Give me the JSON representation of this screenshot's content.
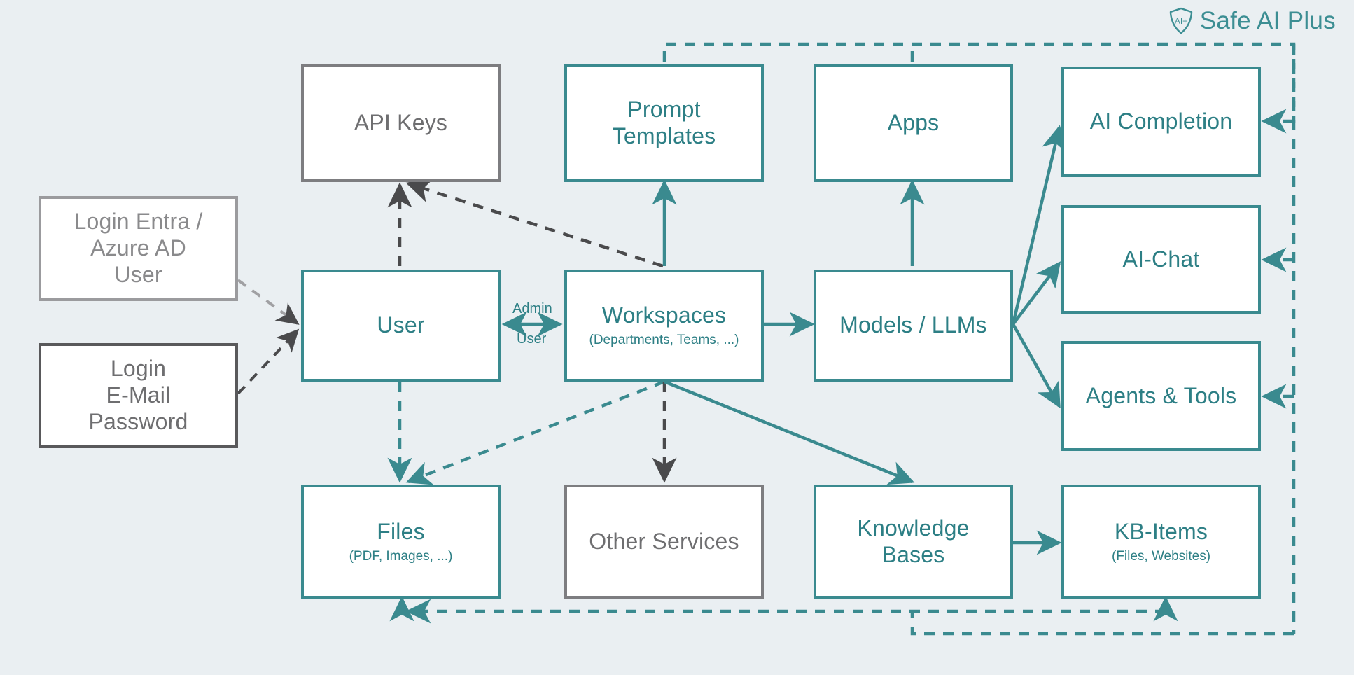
{
  "brand": {
    "name": "Safe AI Plus",
    "logo_icon": "shield-ai-plus-icon",
    "logo_text": "AI+",
    "accent_color": "#3a8a8f"
  },
  "colors": {
    "background": "#eaeff2",
    "teal": "#3a8a8f",
    "teal_text": "#2d7f85",
    "gray_dark": "#59595b",
    "gray_mid": "#7d7d80",
    "gray_light": "#9b9b9e",
    "gray_text": "#6e6e70",
    "gray_text_light": "#8a8a8c",
    "node_fill": "#ffffff"
  },
  "nodes": [
    {
      "id": "login-entra",
      "title": "Login  Entra /\nAzure AD\nUser",
      "subtitle": "",
      "style": "gray-light"
    },
    {
      "id": "login-email",
      "title": "Login\nE-Mail\nPassword",
      "subtitle": "",
      "style": "gray-dark"
    },
    {
      "id": "api-keys",
      "title": "API Keys",
      "subtitle": "",
      "style": "gray-mid"
    },
    {
      "id": "user",
      "title": "User",
      "subtitle": "",
      "style": "teal"
    },
    {
      "id": "prompt-templates",
      "title": "Prompt\nTemplates",
      "subtitle": "",
      "style": "teal"
    },
    {
      "id": "workspaces",
      "title": "Workspaces",
      "subtitle": "(Departments, Teams, ...)",
      "style": "teal"
    },
    {
      "id": "apps",
      "title": "Apps",
      "subtitle": "",
      "style": "teal"
    },
    {
      "id": "models-llms",
      "title": "Models / LLMs",
      "subtitle": "",
      "style": "teal"
    },
    {
      "id": "ai-completion",
      "title": "AI Completion",
      "subtitle": "",
      "style": "teal"
    },
    {
      "id": "ai-chat",
      "title": "AI-Chat",
      "subtitle": "",
      "style": "teal"
    },
    {
      "id": "agents-tools",
      "title": "Agents & Tools",
      "subtitle": "",
      "style": "teal"
    },
    {
      "id": "files",
      "title": "Files",
      "subtitle": "(PDF, Images, ...)",
      "style": "teal"
    },
    {
      "id": "other-services",
      "title": "Other Services",
      "subtitle": "",
      "style": "gray-mid"
    },
    {
      "id": "knowledge-bases",
      "title": "Knowledge\nBases",
      "subtitle": "",
      "style": "teal"
    },
    {
      "id": "kb-items",
      "title": "KB-Items",
      "subtitle": "(Files, Websites)",
      "style": "teal"
    }
  ],
  "edge_labels": [
    {
      "id": "admin-label",
      "text": "Admin"
    },
    {
      "id": "user-label",
      "text": "User"
    }
  ]
}
